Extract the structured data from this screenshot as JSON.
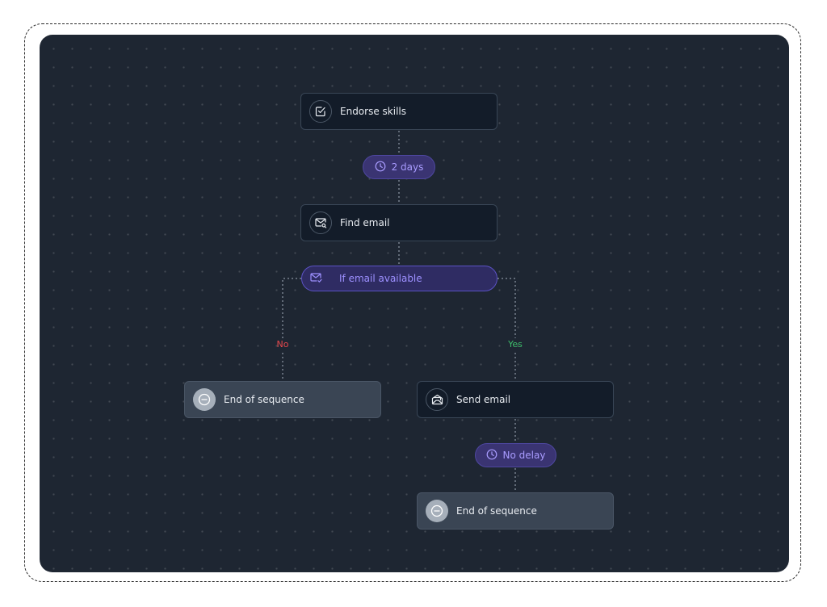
{
  "nodes": {
    "endorse": {
      "label": "Endorse skills",
      "icon": "check-square-icon"
    },
    "delay_1": {
      "label": "2 days",
      "icon": "clock-icon"
    },
    "find_email": {
      "label": "Find email",
      "icon": "mail-search-icon"
    },
    "condition": {
      "label": "If email available",
      "icon": "mail-check-icon"
    },
    "branch_no": {
      "label": "No",
      "color": "#e5484d"
    },
    "branch_yes": {
      "label": "Yes",
      "color": "#3dbb6a"
    },
    "end_left": {
      "label": "End of sequence",
      "icon": "minus-circle-icon"
    },
    "send_email": {
      "label": "Send email",
      "icon": "mail-open-icon"
    },
    "delay_2": {
      "label": "No delay",
      "icon": "clock-icon"
    },
    "end_right": {
      "label": "End of sequence",
      "icon": "minus-circle-icon"
    }
  },
  "colors": {
    "canvas": "#1e2632",
    "node": "#131c29",
    "end_node": "#3a4554",
    "accent": "#9d90ff"
  }
}
